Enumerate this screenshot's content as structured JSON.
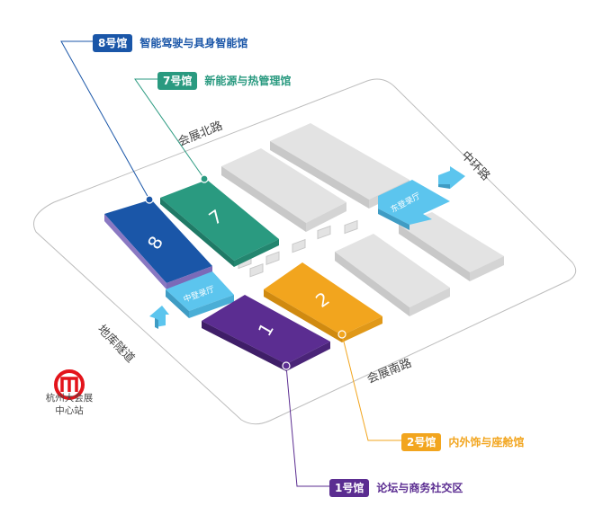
{
  "callouts": [
    {
      "id": "8",
      "badge": "8号馆",
      "desc": "智能驾驶与具身智能馆",
      "color": "#1a56a8"
    },
    {
      "id": "7",
      "badge": "7号馆",
      "desc": "新能源与热管理馆",
      "color": "#2a9a80"
    },
    {
      "id": "2",
      "badge": "2号馆",
      "desc": "内外饰与座舱馆",
      "color": "#f2a51e"
    },
    {
      "id": "1",
      "badge": "1号馆",
      "desc": "论坛与商务社交区",
      "color": "#5b2d91"
    }
  ],
  "halls": {
    "h8": "8",
    "h7": "7",
    "h2": "2",
    "h1": "1"
  },
  "lobbies": {
    "east": "东登录厅",
    "central": "中登录厅"
  },
  "roads": {
    "north": "会展北路",
    "east": "中环路",
    "south": "会展南路",
    "west": "地库隧道"
  },
  "metro": {
    "line1": "杭州大会展",
    "line2": "中心站",
    "logo_color": "#e3141b"
  },
  "colors": {
    "grey_top": "#e2e2e2",
    "grey_side": "#c4c4c4",
    "lobby_top": "#5cc5ee",
    "lobby_side": "#3f9cc4"
  }
}
